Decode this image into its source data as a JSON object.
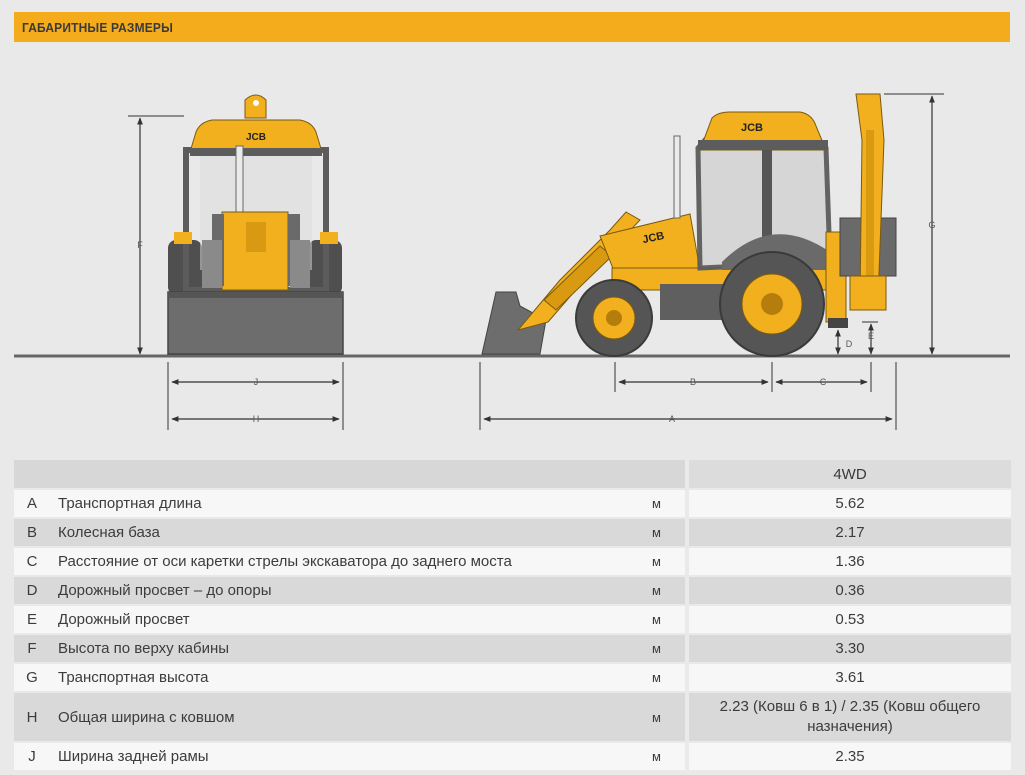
{
  "header": {
    "title": "ГАБАРИТНЫЕ РАЗМЕРЫ"
  },
  "diagram": {
    "brand": "JCB",
    "dims": {
      "A": "A",
      "B": "B",
      "C": "C",
      "D": "D",
      "E": "E",
      "F": "F",
      "G": "G",
      "H": "H",
      "J": "J"
    }
  },
  "table": {
    "column_header": "4WD",
    "rows": [
      {
        "letter": "A",
        "desc": "Транспортная длина",
        "unit": "м",
        "value": "5.62"
      },
      {
        "letter": "B",
        "desc": "Колесная база",
        "unit": "м",
        "value": "2.17"
      },
      {
        "letter": "C",
        "desc": "Расстояние от оси каретки стрелы экскаватора до заднего моста",
        "unit": "м",
        "value": "1.36"
      },
      {
        "letter": "D",
        "desc": "Дорожный просвет – до опоры",
        "unit": "м",
        "value": "0.36"
      },
      {
        "letter": "E",
        "desc": "Дорожный просвет",
        "unit": "м",
        "value": "0.53"
      },
      {
        "letter": "F",
        "desc": "Высота по верху кабины",
        "unit": "м",
        "value": "3.30"
      },
      {
        "letter": "G",
        "desc": "Транспортная высота",
        "unit": "м",
        "value": "3.61"
      },
      {
        "letter": "H",
        "desc": "Общая ширина с ковшом",
        "unit": "м",
        "value": "2.23 (Ковш 6 в 1) / 2.35 (Ковш общего назначения)"
      },
      {
        "letter": "J",
        "desc": "Ширина задней рамы",
        "unit": "м",
        "value": "2.35"
      }
    ]
  },
  "colors": {
    "accent": "#f5ac1c",
    "machine_yellow": "#f2b01e",
    "machine_grey": "#6d6d6d"
  }
}
